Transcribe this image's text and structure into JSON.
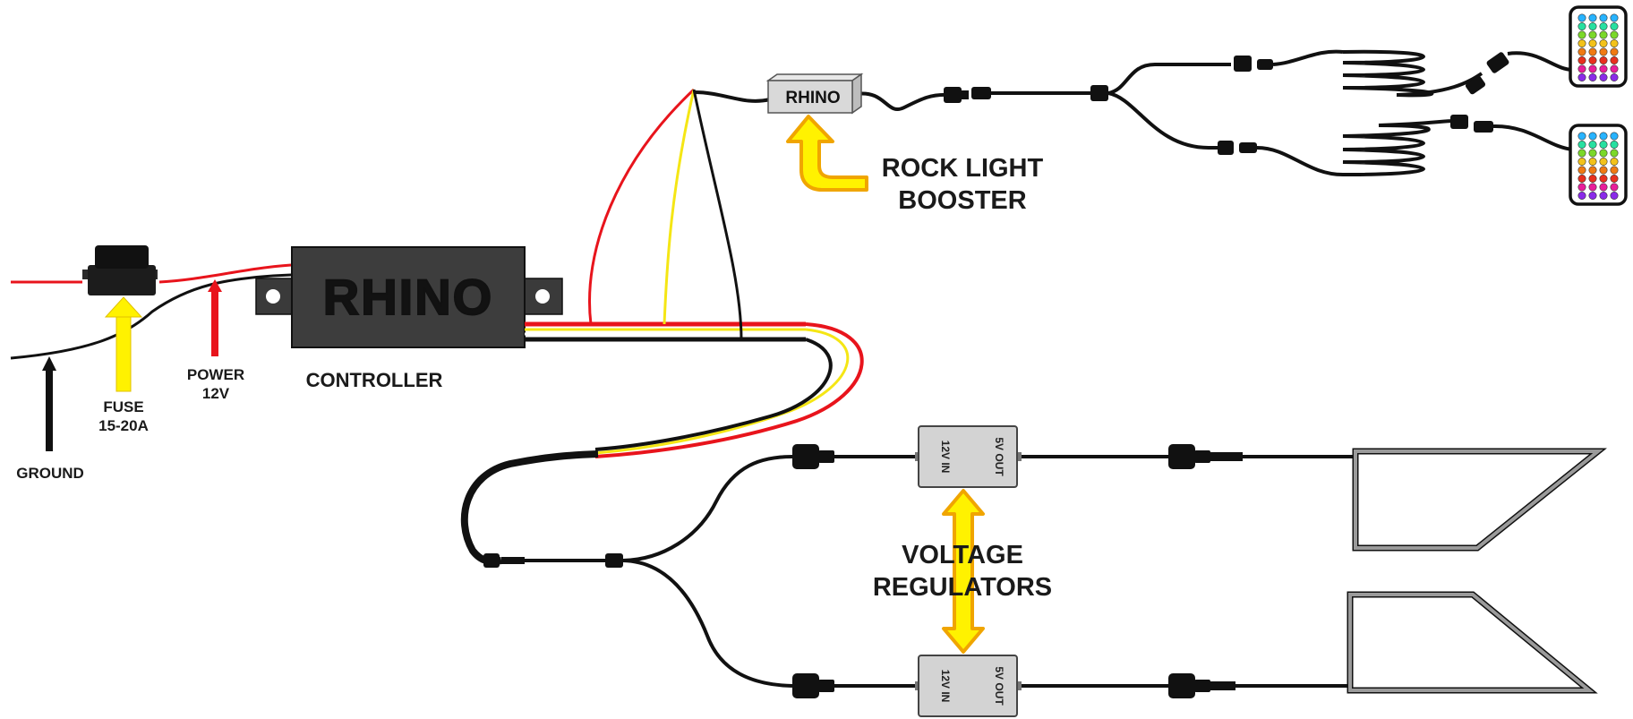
{
  "labels": {
    "ground": "GROUND",
    "fuse_line1": "FUSE",
    "fuse_line2": "15-20A",
    "power_line1": "POWER",
    "power_line2": "12V",
    "controller": "CONTROLLER",
    "booster_line1": "ROCK LIGHT",
    "booster_line2": "BOOSTER",
    "regulators_line1": "VOLTAGE",
    "regulators_line2": "REGULATORS"
  },
  "controller": {
    "brand": "RHINO"
  },
  "booster": {
    "brand": "RHINO"
  },
  "regulators": [
    {
      "in_label": "12V IN",
      "out_label": "5V OUT"
    },
    {
      "in_label": "12V IN",
      "out_label": "5V OUT"
    }
  ],
  "colors": {
    "wire_black": "#111111",
    "wire_red": "#e8141c",
    "wire_yellow": "#f5e614",
    "arrow_yellow": "#fff200",
    "arrow_outline": "#f0a500",
    "controller_body": "#3d3d3d",
    "regulator_body": "#d3d3d3",
    "light_frame": "#9a9a9a"
  },
  "icons": {
    "rock_light_pod_top": "rgb-led-pod-icon",
    "rock_light_pod_bottom": "rgb-led-pod-icon",
    "light_bar_top": "light-bar-icon",
    "light_bar_bottom": "light-bar-icon"
  }
}
